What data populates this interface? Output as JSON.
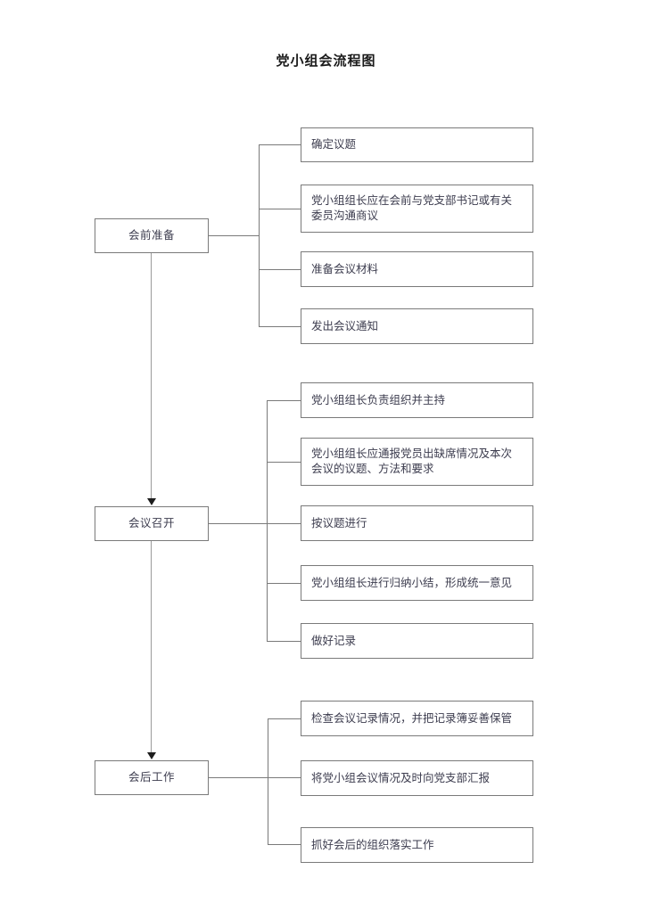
{
  "title": "党小组会流程图",
  "diagram_type": "flowchart",
  "colors": {
    "box_border": "#7a7a7a",
    "text": "#3d3d4f",
    "title_text": "#1a1a1a",
    "connector": "#7a7a7a",
    "flow_arrow": "#1d1d1d",
    "background": "#ffffff"
  },
  "stages": [
    {
      "id": "pre-meeting",
      "label": "会前准备",
      "tasks": [
        {
          "id": "task-1-1",
          "text": "确定议题"
        },
        {
          "id": "task-1-2",
          "text": "党小组组长应在会前与党支部书记或有关委员沟通商议"
        },
        {
          "id": "task-1-3",
          "text": "准备会议材料"
        },
        {
          "id": "task-1-4",
          "text": "发出会议通知"
        }
      ]
    },
    {
      "id": "meeting",
      "label": "会议召开",
      "tasks": [
        {
          "id": "task-2-1",
          "text": "党小组组长负责组织并主持"
        },
        {
          "id": "task-2-2",
          "text": "党小组组长应通报党员出缺席情况及本次会议的议题、方法和要求"
        },
        {
          "id": "task-2-3",
          "text": "按议题进行"
        },
        {
          "id": "task-2-4",
          "text": "党小组组长进行归纳小结，形成统一意见"
        },
        {
          "id": "task-2-5",
          "text": "做好记录"
        }
      ]
    },
    {
      "id": "post-meeting",
      "label": "会后工作",
      "tasks": [
        {
          "id": "task-3-1",
          "text": "检查会议记录情况，并把记录簿妥善保管"
        },
        {
          "id": "task-3-2",
          "text": "将党小组会议情况及时向党支部汇报"
        },
        {
          "id": "task-3-3",
          "text": "抓好会后的组织落实工作"
        }
      ]
    }
  ]
}
